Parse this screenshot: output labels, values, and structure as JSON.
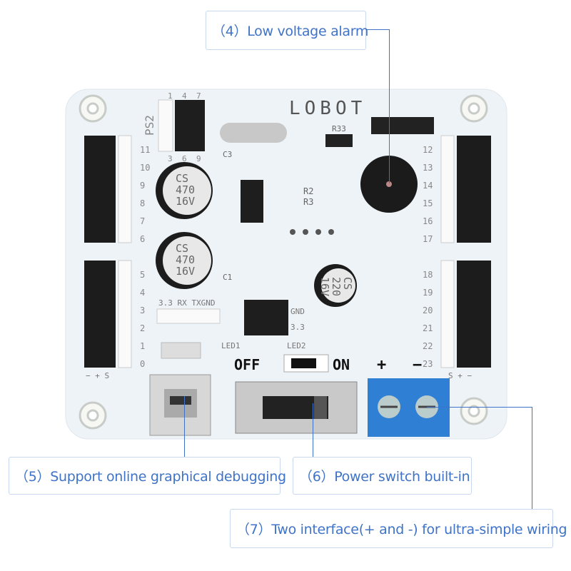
{
  "callouts": {
    "c4": "（4）Low voltage alarm",
    "c5": "（5）Support online graphical debugging",
    "c6": "（6）Power switch built-in",
    "c7": "（7）Two interface(+ and -) for ultra-simple wiring"
  },
  "board": {
    "logo": "LOBOT",
    "ps2": "PS2",
    "ps2_top": [
      "1",
      "4",
      "7"
    ],
    "ps2_bottom": [
      "3",
      "6",
      "9"
    ],
    "left_pins": [
      "11",
      "10",
      "9",
      "8",
      "7",
      "6",
      "5",
      "4",
      "3",
      "2",
      "1",
      "0"
    ],
    "right_pins": [
      "12",
      "13",
      "14",
      "15",
      "16",
      "17",
      "18",
      "19",
      "20",
      "21",
      "22",
      "23"
    ],
    "cap_big": [
      "CS",
      "470",
      "16V"
    ],
    "cap_small": [
      "CS",
      "220",
      "16V"
    ],
    "labels": {
      "c3": "C3",
      "c1": "C1",
      "r2": "R2",
      "r3": "R3",
      "r33": "R33",
      "uart": "3.3 RX TXGND",
      "gnd": "GND",
      "v33": "3.3",
      "led1": "LED1",
      "led2": "LED2",
      "off": "OFF",
      "on": "ON",
      "plus": "+",
      "minus": "−",
      "left_axis": "− + S",
      "right_axis": "S + −"
    }
  },
  "colors": {
    "accent": "#3f73c9",
    "board": "#eef3f7",
    "terminal": "#2f7fd4"
  }
}
